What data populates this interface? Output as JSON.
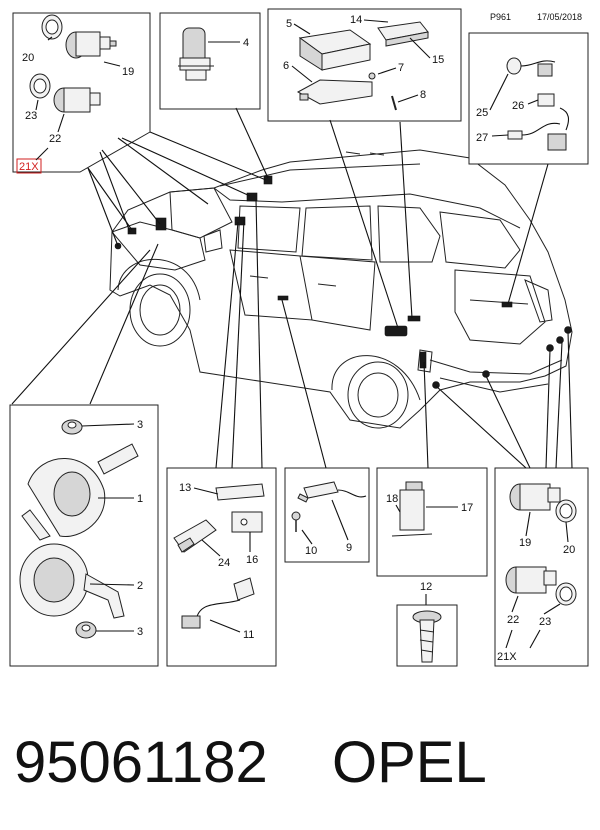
{
  "header": {
    "plate_code": "P961",
    "date": "17/05/2018"
  },
  "footer": {
    "part_number": "95061182",
    "brand": "OPEL"
  },
  "callouts": {
    "c1": "1",
    "c2": "2",
    "c3a": "3",
    "c3b": "3",
    "c4": "4",
    "c5": "5",
    "c6": "6",
    "c7": "7",
    "c8": "8",
    "c9": "9",
    "c10": "10",
    "c11": "11",
    "c12": "12",
    "c13": "13",
    "c14": "14",
    "c15": "15",
    "c16": "16",
    "c17": "17",
    "c18": "18",
    "c19a": "19",
    "c19b": "19",
    "c20a": "20",
    "c20b": "20",
    "c21a": "21X",
    "c21b": "21X",
    "c22a": "22",
    "c22b": "22",
    "c23a": "23",
    "c23b": "23",
    "c24": "24",
    "c25": "25",
    "c26": "26",
    "c27": "27"
  },
  "colors": {
    "highlight_callout": "#d21f1f"
  }
}
